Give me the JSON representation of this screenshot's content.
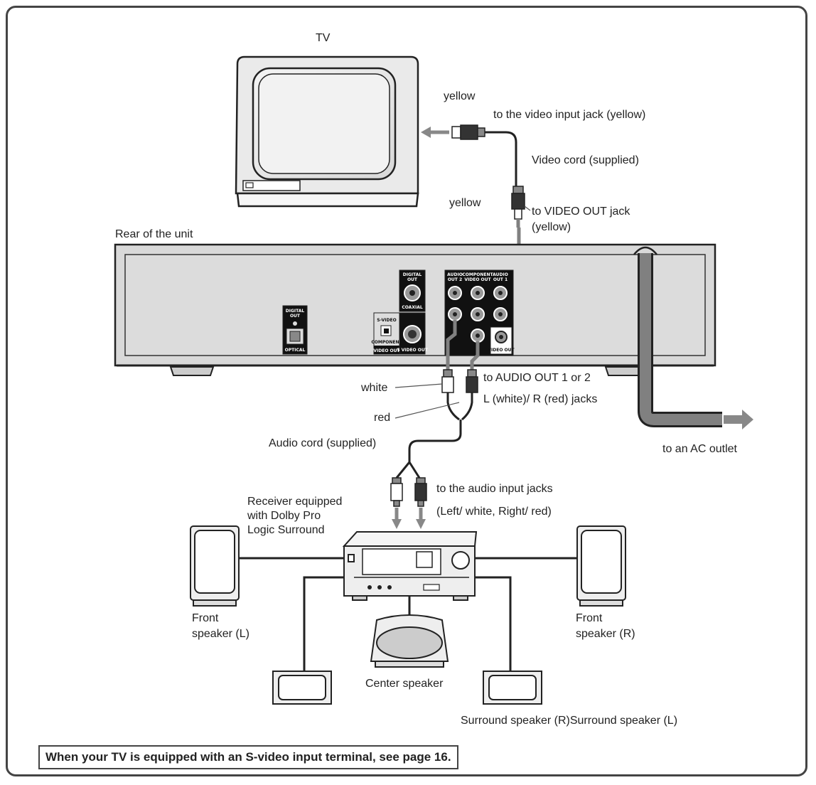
{
  "labels": {
    "tv": "TV",
    "yellow_top": "yellow",
    "video_input_jack": "to the video input jack (yellow)",
    "video_cord": "Video cord (supplied)",
    "yellow_mid": "yellow",
    "video_out_jack_1": "to VIDEO OUT jack",
    "video_out_jack_2": "(yellow)",
    "rear_of_unit": "Rear of the unit",
    "white": "white",
    "red": "red",
    "audio_out_1": "to AUDIO OUT 1 or 2",
    "audio_out_2": "L (white)/ R (red) jacks",
    "audio_cord": "Audio cord (supplied)",
    "ac_outlet": "to an AC outlet",
    "audio_input_jacks": "to the audio input jacks",
    "audio_input_colors": "(Left/ white, Right/ red)",
    "receiver_1": "Receiver equipped",
    "receiver_2": "with Dolby Pro",
    "receiver_3": "Logic Surround",
    "front_l_1": "Front",
    "front_l_2": "speaker (L)",
    "front_r_1": "Front",
    "front_r_2": "speaker (R)",
    "center_speaker": "Center speaker",
    "surround_speakers": "Surround speaker (R)Surround speaker (L)"
  },
  "panel": {
    "digital_out_optical_1": "DIGITAL",
    "digital_out_optical_2": "OUT",
    "optical": "OPTICAL",
    "digital_out_coax_1": "DIGITAL",
    "digital_out_coax_2": "OUT",
    "coaxial": "COAXIAL",
    "svideo": "S-VIDEO",
    "component": "COMPONENT",
    "video_out": "VIDEO OUT",
    "svideo_out": "S VIDEO OUT",
    "audio_out_2_1": "AUDIO",
    "audio_out_2_2": "OUT 2",
    "component_video_out_1": "COMPONENT",
    "component_video_out_2": "VIDEO OUT",
    "audio_out_1_1": "AUDIO",
    "audio_out_1_2": "OUT 1",
    "video_out_jack_label": "VIDEO OUT"
  },
  "note": "When your TV is equipped with an S-video input terminal, see page 16.",
  "colors": {
    "cable": "#808080",
    "outline": "#222222",
    "arrow": "#8a8a8a",
    "unit_fill": "#d9d9d9",
    "panel_fill": "#1a1a1a"
  }
}
